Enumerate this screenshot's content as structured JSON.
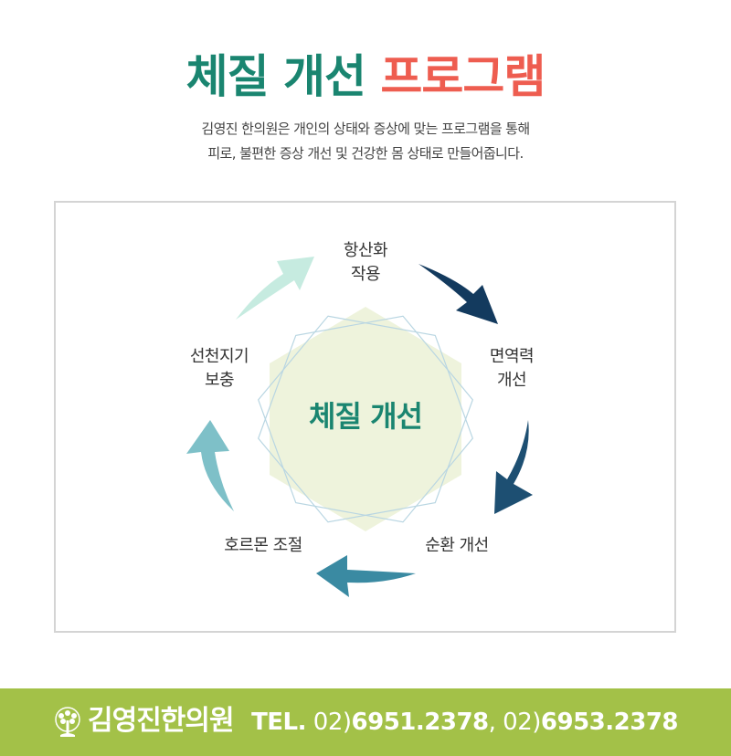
{
  "header": {
    "title_part1": "체질 개선",
    "title_part2": "프로그램",
    "subtitle_line1": "김영진 한의원은 개인의 상태와 증상에 맞는 프로그램을 통해",
    "subtitle_line2": "피로, 불편한 증상 개선 및 건강한 몸 상태로 만들어줍니다."
  },
  "diagram": {
    "center": "체질 개선",
    "nodes": [
      {
        "line1": "항산화",
        "line2": "작용"
      },
      {
        "line1": "면역력",
        "line2": "개선"
      },
      {
        "line1": "순환 개선",
        "line2": ""
      },
      {
        "line1": "호르몬 조절",
        "line2": ""
      },
      {
        "line1": "선천지기",
        "line2": "보충"
      }
    ],
    "arrow_colors": [
      "#133a5e",
      "#1d4f72",
      "#3a8aa2",
      "#7ec0c8",
      "#c6ebe0"
    ],
    "hexagon_fill": "#eef3dc"
  },
  "footer": {
    "logo_icon": "tree-icon",
    "clinic_name": "김영진한의원",
    "tel_label": "TEL.",
    "phone1_area": "02)",
    "phone1_number": "6951.2378",
    "separator": ",",
    "phone2_area": "02)",
    "phone2_number": "6953.2378",
    "background": "#a3c148"
  }
}
